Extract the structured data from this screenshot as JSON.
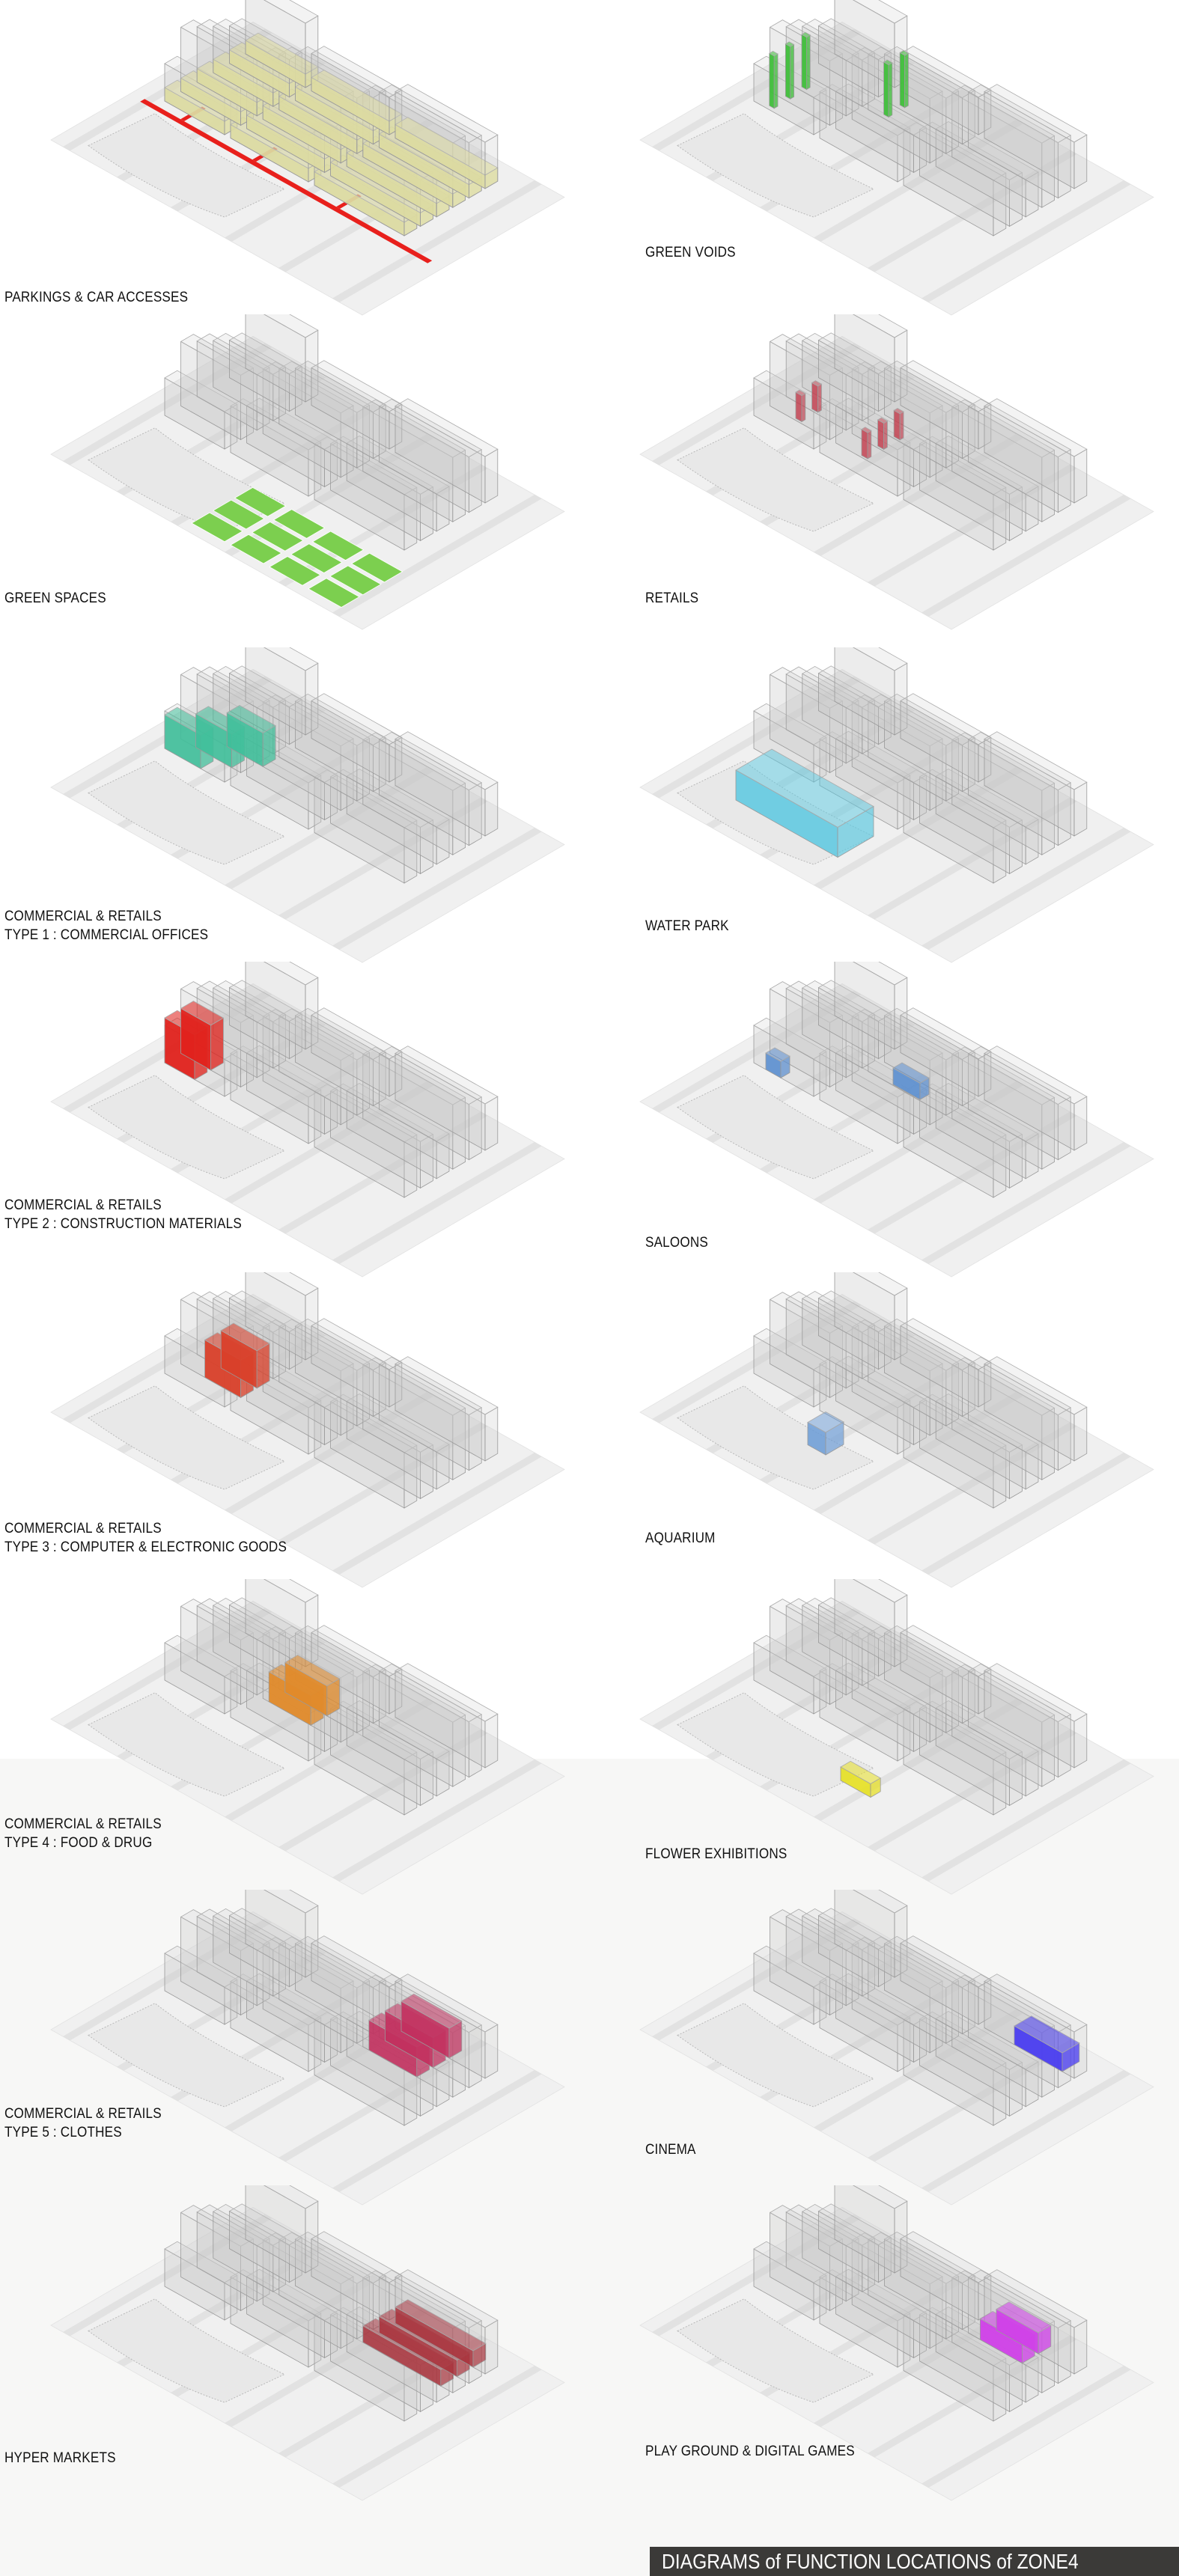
{
  "title": "DIAGRAMS of FUNCTION LOCATIONS of ZONE4",
  "panels": [
    {
      "label1": "PARKINGS & CAR ACCESSES",
      "label2": "",
      "color": "#e8e68a",
      "accent": "#e8201c"
    },
    {
      "label1": "GREEN VOIDS",
      "label2": "",
      "color": "#3fbf3a"
    },
    {
      "label1": "GREEN SPACES",
      "label2": "",
      "color": "#7ccf4f"
    },
    {
      "label1": "RETAILS",
      "label2": "",
      "color": "#c23a4a"
    },
    {
      "label1": "COMMERCIAL & RETAILS",
      "label2": "TYPE 1 : COMMERCIAL OFFICES",
      "color": "#3fbf9a"
    },
    {
      "label1": "WATER PARK",
      "label2": "",
      "color": "#5bc8e0"
    },
    {
      "label1": "COMMERCIAL & RETAILS",
      "label2": "TYPE 2 : CONSTRUCTION MATERIALS",
      "color": "#e0221c"
    },
    {
      "label1": "SALOONS",
      "label2": "",
      "color": "#5b8fd0"
    },
    {
      "label1": "COMMERCIAL & RETAILS",
      "label2": "TYPE 3 : COMPUTER & ELECTRONIC GOODS",
      "color": "#d9402a"
    },
    {
      "label1": "AQUARIUM",
      "label2": "",
      "color": "#6a9bd6"
    },
    {
      "label1": "COMMERCIAL & RETAILS",
      "label2": "TYPE 4 : FOOD & DRUG",
      "color": "#e08a2a"
    },
    {
      "label1": "FLOWER EXHIBITIONS",
      "label2": "",
      "color": "#e6e02a"
    },
    {
      "label1": "COMMERCIAL & RETAILS",
      "label2": "TYPE 5 : CLOTHES",
      "color": "#c2305e"
    },
    {
      "label1": "CINEMA",
      "label2": "",
      "color": "#4a3df0"
    },
    {
      "label1": "HYPER MARKETS",
      "label2": "",
      "color": "#a8303a"
    },
    {
      "label1": "PLAY GROUND & DIGITAL GAMES",
      "label2": "",
      "color": "#d040e8"
    }
  ]
}
